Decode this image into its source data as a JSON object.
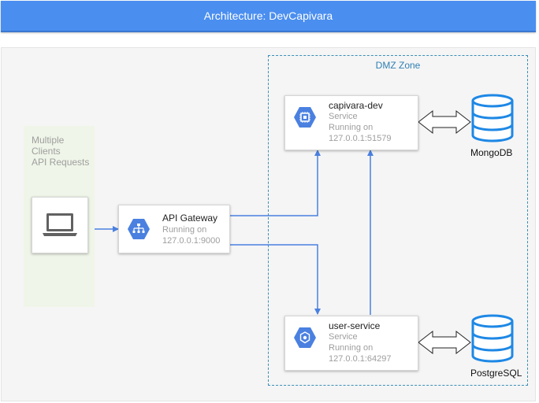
{
  "title": "Architecture: DevCapivara",
  "colors": {
    "title_bg": "#4a8ef0",
    "connector": "#4a80e0",
    "db_stroke": "#1e88e5",
    "dmz_border": "#3a8fb8",
    "clients_panel": "#eff5e8"
  },
  "clients": {
    "lines": [
      "Multiple",
      "Clients",
      "API Requests"
    ],
    "icon": "laptop-icon"
  },
  "dmz": {
    "label": "DMZ Zone"
  },
  "gateway": {
    "name": "API Gateway",
    "status": "Running on",
    "address": "127.0.0.1:9000",
    "icon": "gateway-hex-icon"
  },
  "services": [
    {
      "name": "capivara-dev",
      "type": "Service",
      "status": "Running on",
      "address": "127.0.0.1:51579",
      "icon": "compute-hex-icon"
    },
    {
      "name": "user-service",
      "type": "Service",
      "status": "Running on",
      "address": "127.0.0.1:64297",
      "icon": "kubernetes-hex-icon"
    }
  ],
  "databases": [
    {
      "name": "MongoDB",
      "icon": "database-icon"
    },
    {
      "name": "PostgreSQL",
      "icon": "database-icon"
    }
  ]
}
